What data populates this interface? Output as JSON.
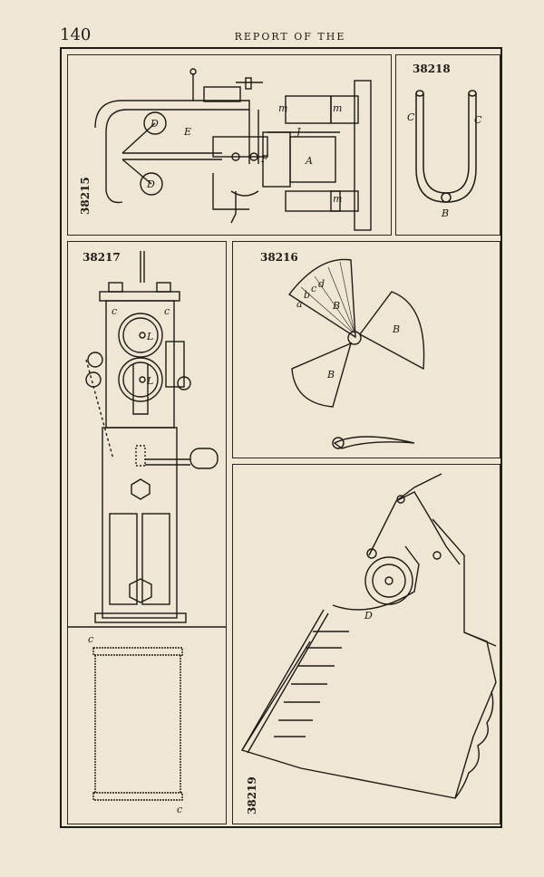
{
  "header": {
    "page_number": "140",
    "running_head": "REPORT OF THE"
  },
  "figures": {
    "fig_a": {
      "number": "38215",
      "letters": [
        "D",
        "D",
        "E",
        "F",
        "J",
        "A",
        "m",
        "m",
        "m"
      ]
    },
    "fig_b": {
      "number": "38218",
      "letters": [
        "C",
        "C",
        "B"
      ]
    },
    "fig_c": {
      "number": "38217",
      "letters": [
        "c",
        "c",
        "L",
        "L",
        "c",
        "c"
      ]
    },
    "fig_d": {
      "number": "38216",
      "letters": [
        "a",
        "b",
        "c",
        "d",
        "B",
        "B",
        "B"
      ]
    },
    "fig_e": {
      "number": "38219",
      "letters": [
        "D"
      ]
    }
  }
}
